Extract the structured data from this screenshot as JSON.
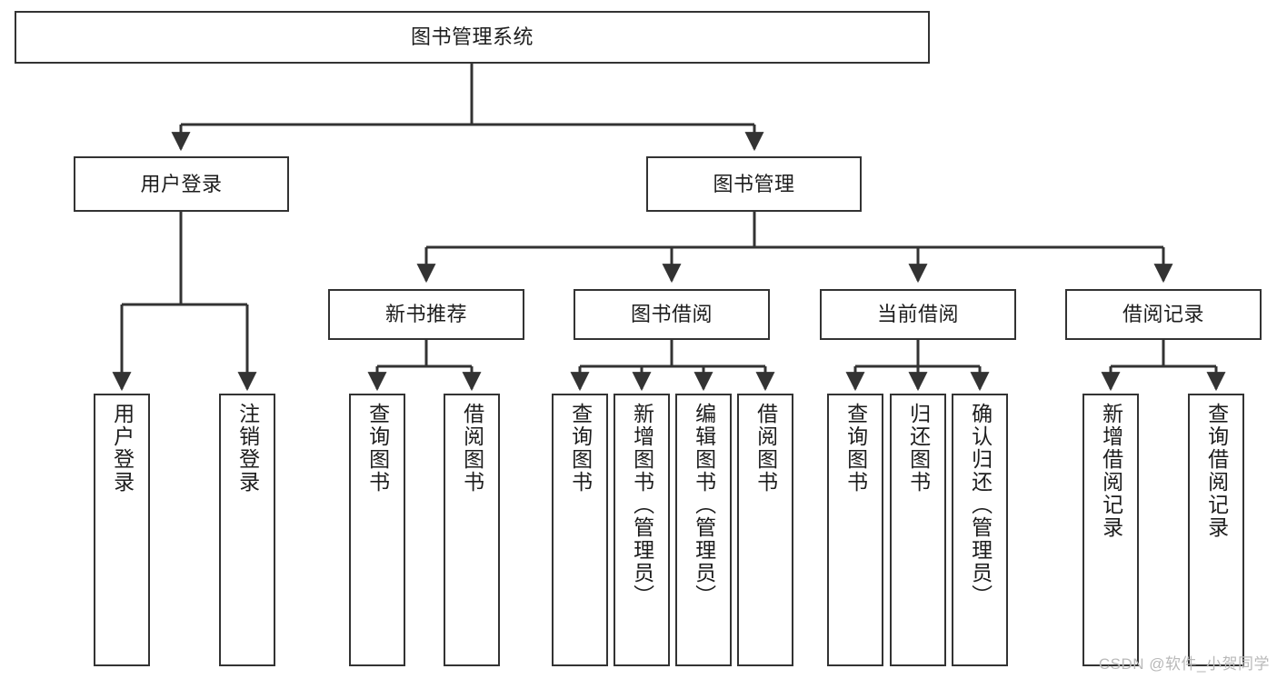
{
  "diagram": {
    "type": "tree-hierarchy",
    "title": "图书管理系统",
    "watermark": "CSDN @软件_小贺同学",
    "colors": {
      "box_border": "#333333",
      "box_fill": "#ffffff",
      "connector": "#333333",
      "text": "#1d1d1d",
      "watermark": "#b9b9b9",
      "background": "#ffffff"
    },
    "levels": [
      {
        "level": 1,
        "name": "root"
      },
      {
        "level": 2,
        "name": "modules"
      },
      {
        "level": 3,
        "name": "submodules"
      },
      {
        "level": 4,
        "name": "functions"
      }
    ],
    "nodes": {
      "root": {
        "id": "root",
        "label": "图书管理系统"
      },
      "level2": [
        {
          "id": "user-login",
          "label": "用户登录"
        },
        {
          "id": "book-manage",
          "label": "图书管理"
        }
      ],
      "level3": [
        {
          "id": "new-book-recommend",
          "label": "新书推荐",
          "parent": "book-manage"
        },
        {
          "id": "book-borrow",
          "label": "图书借阅",
          "parent": "book-manage"
        },
        {
          "id": "current-borrow",
          "label": "当前借阅",
          "parent": "book-manage"
        },
        {
          "id": "borrow-record",
          "label": "借阅记录",
          "parent": "book-manage"
        }
      ],
      "leaves": [
        {
          "id": "leaf-user-login",
          "label": "用户登录",
          "parent": "user-login"
        },
        {
          "id": "leaf-user-logout",
          "label": "注销登录",
          "parent": "user-login"
        },
        {
          "id": "leaf-query-book-1",
          "label": "查询图书",
          "parent": "new-book-recommend"
        },
        {
          "id": "leaf-borrow-book-1",
          "label": "借阅图书",
          "parent": "new-book-recommend"
        },
        {
          "id": "leaf-query-book-2",
          "label": "查询图书",
          "parent": "book-borrow"
        },
        {
          "id": "leaf-add-book",
          "label": "新增图书（管理员）",
          "parent": "book-borrow"
        },
        {
          "id": "leaf-edit-book",
          "label": "编辑图书（管理员）",
          "parent": "book-borrow"
        },
        {
          "id": "leaf-borrow-book-2",
          "label": "借阅图书",
          "parent": "book-borrow"
        },
        {
          "id": "leaf-query-book-3",
          "label": "查询图书",
          "parent": "current-borrow"
        },
        {
          "id": "leaf-return-book",
          "label": "归还图书",
          "parent": "current-borrow"
        },
        {
          "id": "leaf-confirm-return",
          "label": "确认归还（管理员）",
          "parent": "current-borrow"
        },
        {
          "id": "leaf-add-record",
          "label": "新增借阅记录",
          "parent": "borrow-record"
        },
        {
          "id": "leaf-query-record",
          "label": "查询借阅记录",
          "parent": "borrow-record"
        }
      ]
    }
  }
}
